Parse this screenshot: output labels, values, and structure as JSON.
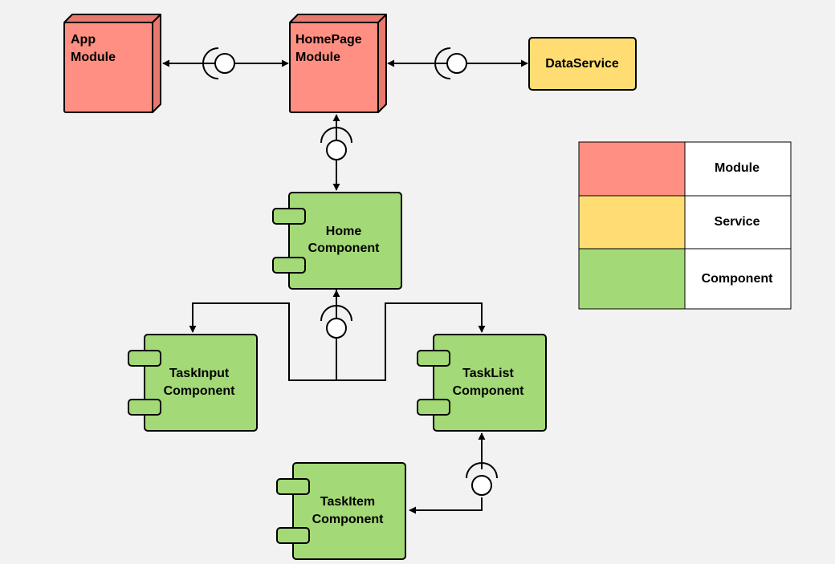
{
  "colors": {
    "module": "#fe8f82",
    "module_shade": "#e8796e",
    "service": "#ffdd72",
    "component": "#a3d977",
    "background": "#f2f2f2"
  },
  "nodes": {
    "app_module": {
      "line1": "App",
      "line2": "Module"
    },
    "homepage_module": {
      "line1": "HomePage",
      "line2": "Module"
    },
    "data_service": {
      "label": "DataService"
    },
    "home_component": {
      "line1": "Home",
      "line2": "Component"
    },
    "taskinput_component": {
      "line1": "TaskInput",
      "line2": "Component"
    },
    "tasklist_component": {
      "line1": "TaskList",
      "line2": "Component"
    },
    "taskitem_component": {
      "line1": "TaskItem",
      "line2": "Component"
    }
  },
  "legend": {
    "rows": [
      {
        "label": "Module",
        "color": "#fe8f82"
      },
      {
        "label": "Service",
        "color": "#ffdd72"
      },
      {
        "label": "Component",
        "color": "#a3d977"
      }
    ]
  }
}
